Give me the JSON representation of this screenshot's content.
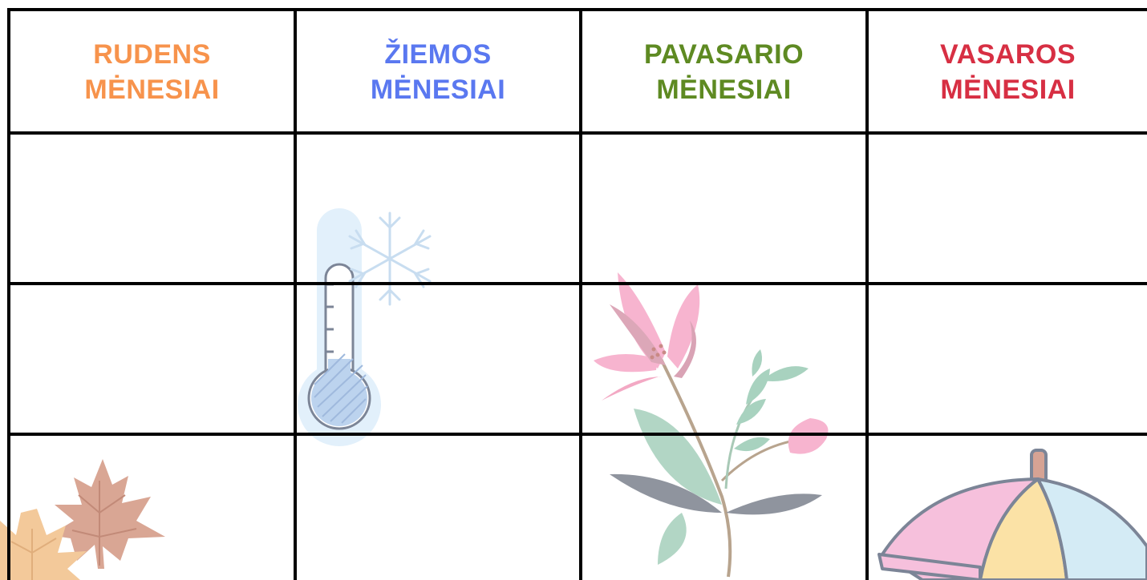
{
  "columns": [
    {
      "line1": "RUDENS",
      "line2": "MĖNESIAI",
      "color": "#f7934c"
    },
    {
      "line1": "ŽIEMOS",
      "line2": "MĖNESIAI",
      "color": "#5a78f0"
    },
    {
      "line1": "PAVASARIO",
      "line2": "MĖNESIAI",
      "color": "#5e8a22"
    },
    {
      "line1": "VASAROS",
      "line2": "MĖNESIAI",
      "color": "#d72f43"
    }
  ],
  "rows": 3,
  "decorations": [
    "maple-leaves-icon",
    "thermometer-icon",
    "snowflake-icon",
    "flower-icon",
    "beach-umbrella-icon"
  ]
}
